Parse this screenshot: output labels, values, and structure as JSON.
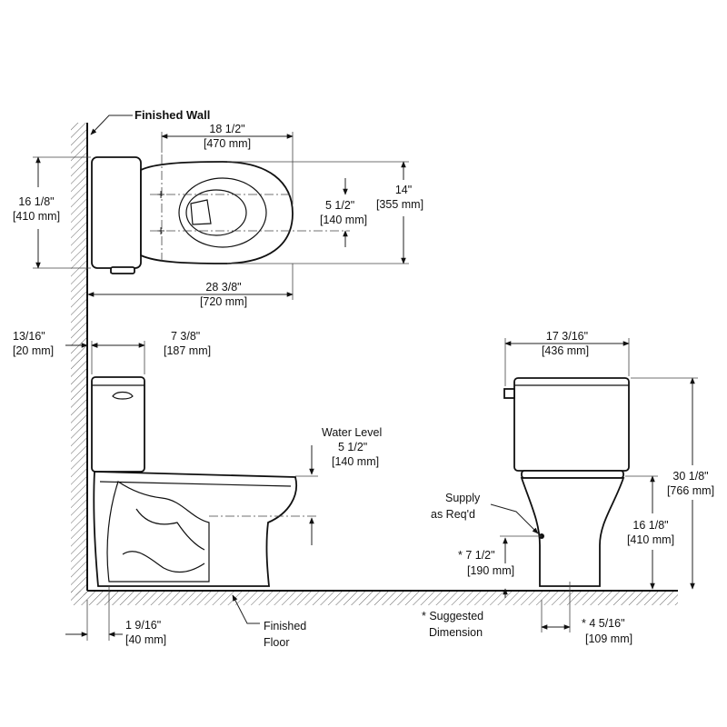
{
  "labels": {
    "finished_wall": "Finished Wall",
    "top_width_in": "18 1/2\"",
    "top_width_mm": "[470 mm]",
    "tank_depth_in": "16 1/8\"",
    "tank_depth_mm": "[410 mm]",
    "bolt_spacing_in": "5 1/2\"",
    "bolt_spacing_mm": "[140 mm]",
    "bowl_width_in": "14\"",
    "bowl_width_mm": "[355 mm]",
    "overall_length_in": "28 3/8\"",
    "overall_length_mm": "[720 mm]",
    "wall_gap_in": "13/16\"",
    "wall_gap_mm": "[20 mm]",
    "tank_width_side_in": "7 3/8\"",
    "tank_width_side_mm": "[187 mm]",
    "water_level_title": "Water Level",
    "water_level_in": "5 1/2\"",
    "water_level_mm": "[140 mm]",
    "tank_front_width_in": "17 3/16\"",
    "tank_front_width_mm": "[436 mm]",
    "supply_line1": "Supply",
    "supply_line2": "as Req'd",
    "overall_height_in": "30 1/8\"",
    "overall_height_mm": "[766 mm]",
    "seat_height_in": "16 1/8\"",
    "seat_height_mm": "[410 mm]",
    "supply_height_in": "* 7 1/2\"",
    "supply_height_mm": "[190 mm]",
    "base_offset_in": "1 9/16\"",
    "base_offset_mm": "[40 mm]",
    "finished_floor_line1": "Finished",
    "finished_floor_line2": "Floor",
    "suggested_line1": "* Suggested",
    "suggested_line2": "Dimension",
    "supply_offset_in": "* 4 5/16\"",
    "supply_offset_mm": "[109 mm]"
  }
}
